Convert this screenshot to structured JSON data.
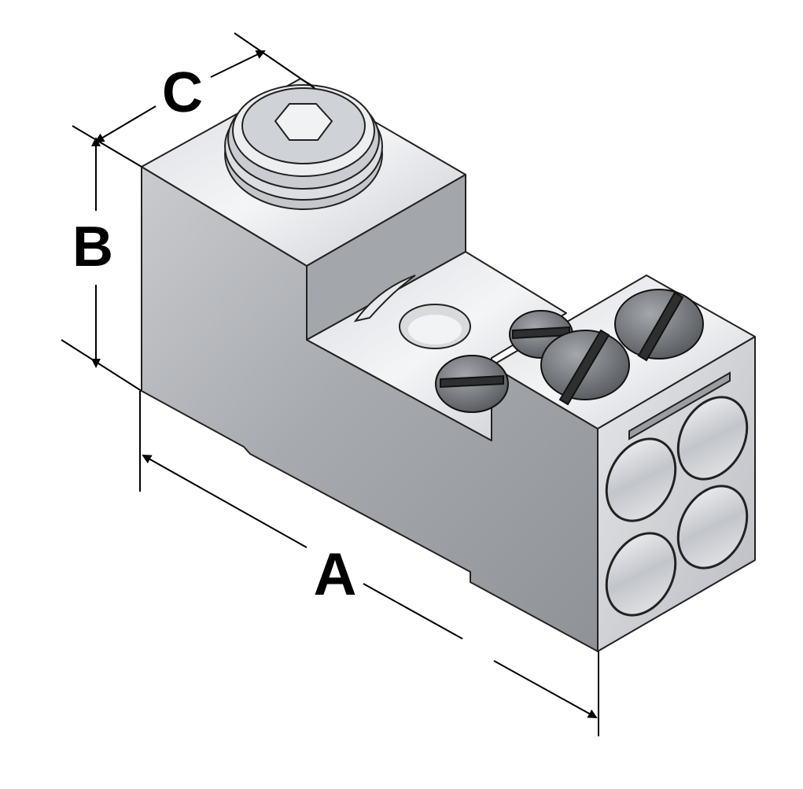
{
  "labels": {
    "a": "A",
    "b": "B",
    "c": "C"
  },
  "colors": {
    "line": "#000000",
    "metal_light": "#e4e6ea",
    "metal_mid": "#b8bbc0",
    "metal_dark": "#8d9094",
    "screw": "#6b6e72"
  }
}
